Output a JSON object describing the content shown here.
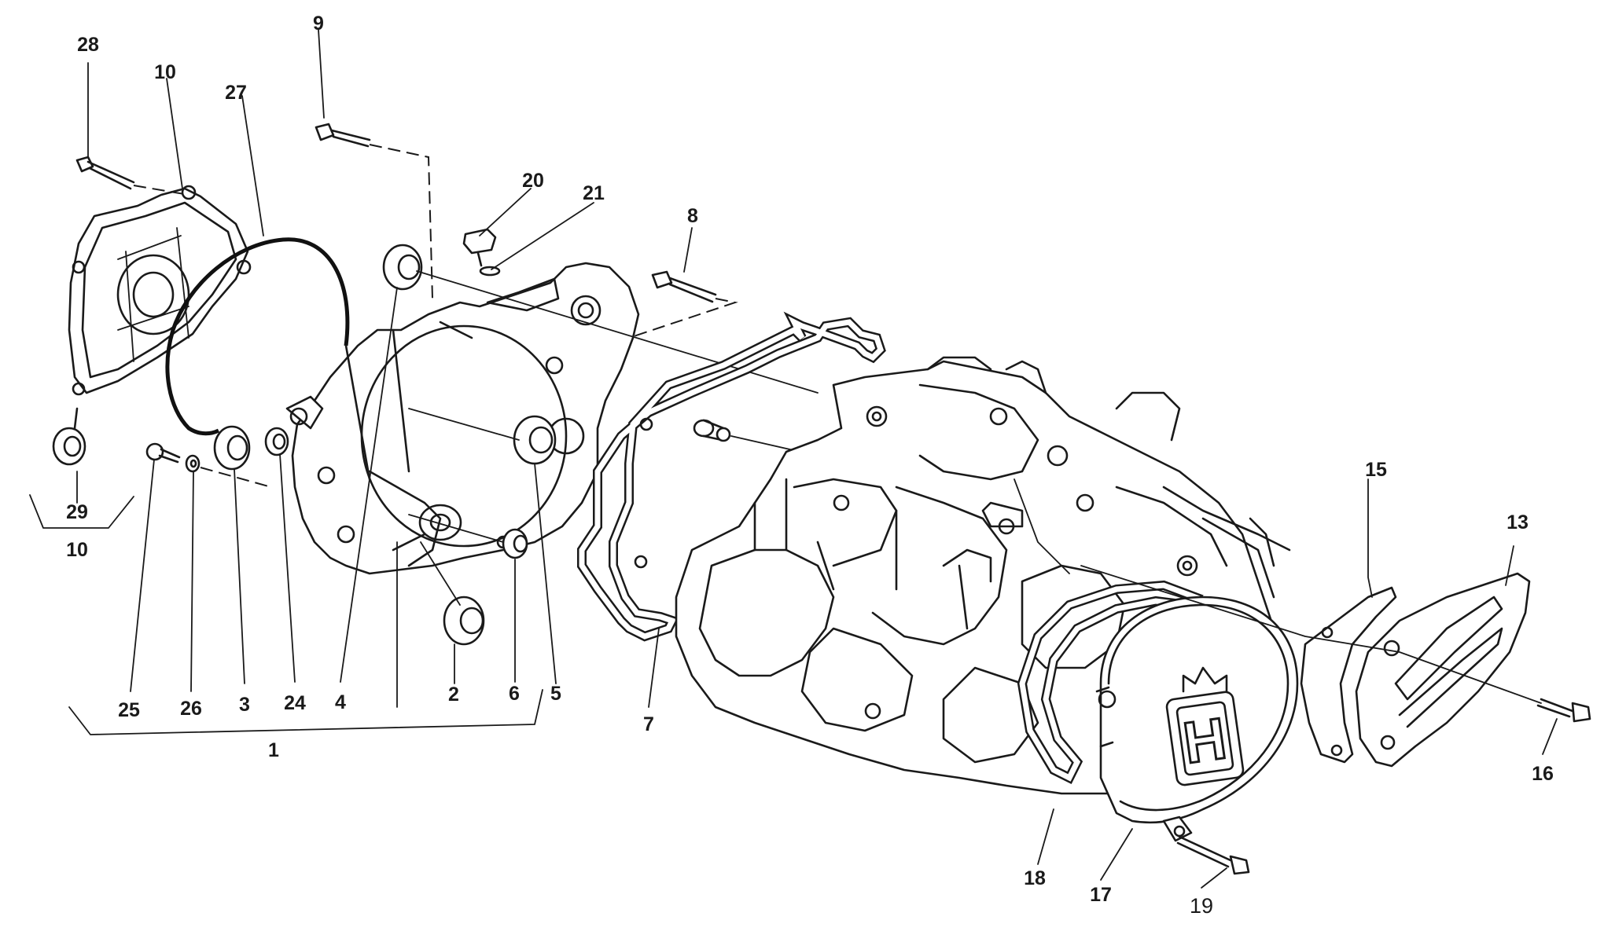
{
  "callouts": {
    "c1": "1",
    "c2": "2",
    "c3": "3",
    "c4": "4",
    "c5": "5",
    "c6": "6",
    "c7": "7",
    "c8": "8",
    "c9": "9",
    "c10a": "10",
    "c10b": "10",
    "c13": "13",
    "c15": "15",
    "c16": "16",
    "c17": "17",
    "c18": "18",
    "c19": "19",
    "c20": "20",
    "c21": "21",
    "c24": "24",
    "c25": "25",
    "c26": "26",
    "c27": "27",
    "c28": "28",
    "c29": "29"
  },
  "logo": {
    "letter": "H"
  }
}
